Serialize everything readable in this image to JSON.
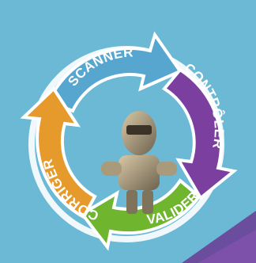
{
  "colors": {
    "background": "#6cb9d6",
    "ring_outline": "#ffffff",
    "scanner": "#56a6d0",
    "controler": "#7b3fa0",
    "valider": "#6fb52e",
    "corriger": "#e59a2b",
    "purple_band": "#6a3a93",
    "text": "#ffffff"
  },
  "steps": [
    {
      "id": "scanner",
      "label": "SCANNER",
      "color": "#56a6d0"
    },
    {
      "id": "controler",
      "label": "CONTRÔLER",
      "color": "#7b3fa0"
    },
    {
      "id": "valider",
      "label": "VALIDER",
      "color": "#6fb52e"
    },
    {
      "id": "corriger",
      "label": "CORRIGER",
      "color": "#e59a2b"
    }
  ],
  "center_image": "robot-icon"
}
